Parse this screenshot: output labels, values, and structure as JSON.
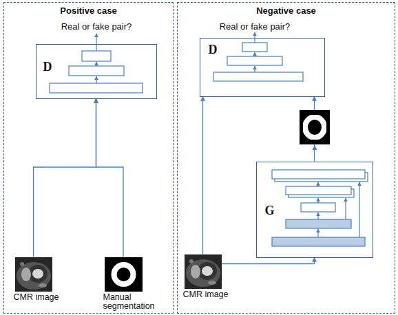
{
  "diagram": {
    "nodes": [
      {
        "text": [
          "Positive case"
        ]
      },
      {
        "text": [
          "D"
        ],
        "in": 0
      },
      {
        "text": [
          "CMR image"
        ],
        "in": 0
      },
      {
        "text": [
          "Manual segmentation"
        ],
        "in": 0
      },
      {
        "text": [
          "Negative case"
        ]
      },
      {
        "text": [
          "D"
        ],
        "in": 4
      },
      {
        "text": [
          "G"
        ],
        "in": 4
      },
      {
        "text": [
          "CMR image"
        ],
        "in": 4
      }
    ],
    "edges": [
      {
        "from": 2,
        "to": 1,
        "arrow": "to"
      },
      {
        "from": 3,
        "to": 1,
        "arrow": "to"
      },
      {
        "from": 7,
        "to": 5,
        "arrow": "to"
      },
      {
        "from": 7,
        "to": 6,
        "arrow": "to"
      },
      {
        "from": 6,
        "to": 5,
        "arrow": "to"
      }
    ],
    "labels": [
      "Real or fake pair?",
      "Real or fake pair?"
    ]
  }
}
